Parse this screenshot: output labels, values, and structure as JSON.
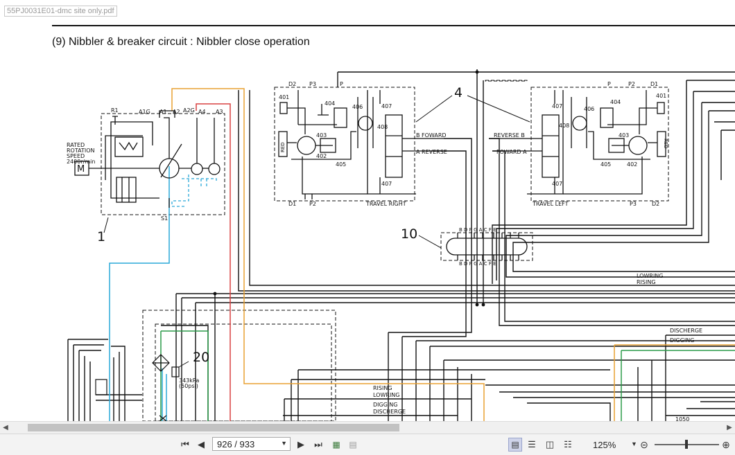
{
  "file_tab": "55PJ0031E01-dmc site only.pdf",
  "document": {
    "title": "(9)  Nibbler & breaker circuit : Nibbler close operation",
    "labels": {
      "rated": "RATED",
      "rotation": "ROTATION",
      "speed": "SPEED",
      "rpm": "2400r/min",
      "motor": "M",
      "r1": "R1",
      "a1g": "A1G",
      "a1": "A1",
      "a2": "A2",
      "a2g": "A2G",
      "a4": "A4",
      "a3": "A3",
      "s1": "S1",
      "callout_1": "1",
      "callout_4": "4",
      "callout_10": "10",
      "callout_20": "20",
      "d2": "D2",
      "p3": "P3",
      "p": "P",
      "d1": "D1",
      "p2": "P2",
      "c401": "401",
      "c402": "402",
      "c403": "403",
      "c404": "404",
      "c405": "405",
      "c406": "406",
      "c407": "407",
      "c408": "408",
      "red": "RED",
      "b_foward": "B FOWARD",
      "a_reverse": "A REVERSE",
      "reverse_b": "REVERSE B",
      "foward_a": "FOWARD A",
      "travel_right": "TRAVEL RIGHT",
      "travel_left": "TRAVEL LEFT",
      "swivel_top": "B D P G   A C F E",
      "swivel_bottom": "B D P G   A C F E",
      "lowring": "LOWRING",
      "rising": "RISING",
      "discherge": "DISCHERGE",
      "digging": "DIGGING",
      "pressure": "343kPa",
      "psi": "(50psi)",
      "partial": "1050"
    }
  },
  "toolbar": {
    "first_page": "first-page",
    "prev_page": "prev-page",
    "page_value": "926 / 933",
    "next_page": "next-page",
    "last_page": "last-page",
    "zoom": "125%"
  },
  "icons": [
    "scroll-left-icon",
    "scroll-right-icon",
    "first-page-icon",
    "prev-page-icon",
    "next-page-icon",
    "last-page-icon",
    "view-icon",
    "single-page-icon",
    "continuous-icon",
    "two-page-icon",
    "two-page-continuous-icon",
    "zoom-out-icon",
    "zoom-in-icon"
  ],
  "colors": {
    "orange": "#e8a030",
    "blue": "#29a8d8",
    "red": "#d84040",
    "green": "#2a9a48",
    "line": "#111111",
    "selected_bg": "#cfd4ea"
  }
}
